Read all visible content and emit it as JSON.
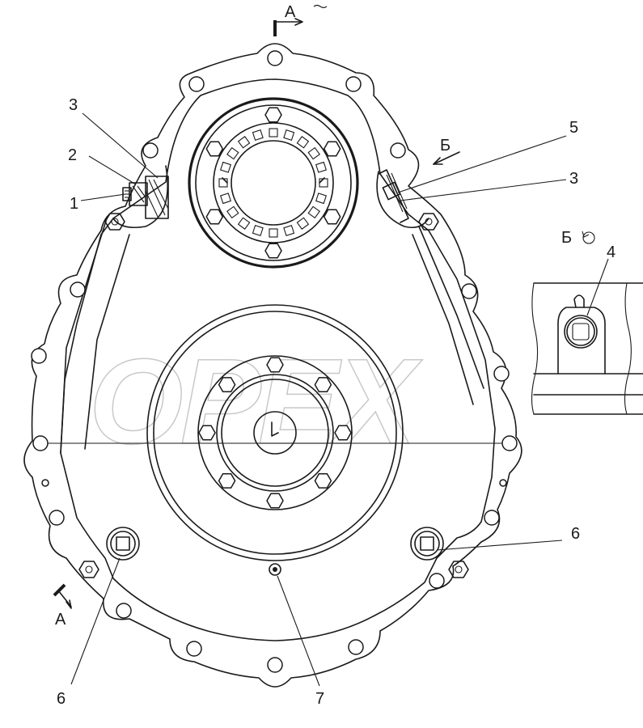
{
  "watermark": "OPEX",
  "labels": {
    "section_top": "A",
    "section_bottom": "A",
    "view_b": "Б",
    "view_b_detail": "Б",
    "n1": "1",
    "n2": "2",
    "n3_left": "3",
    "n3_right": "3",
    "n4": "4",
    "n5": "5",
    "n6_left": "6",
    "n6_right": "6",
    "n7": "7"
  }
}
